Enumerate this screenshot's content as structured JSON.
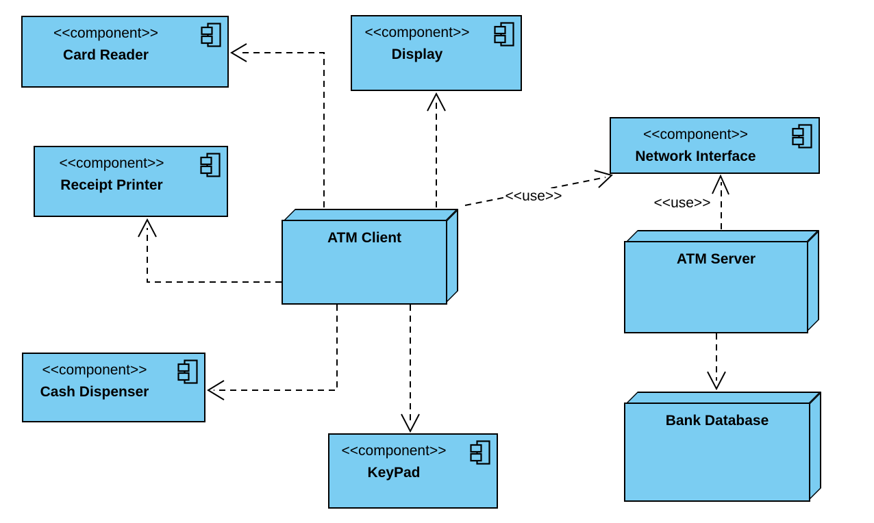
{
  "diagram": {
    "type": "uml-component-diagram",
    "colors": {
      "shape_fill": "#7BCDF2",
      "shape_stroke": "#000000",
      "background": "#FFFFFF",
      "text": "#000000"
    },
    "components": [
      {
        "stereotype": "<<component>>",
        "name": "Card Reader"
      },
      {
        "stereotype": "<<component>>",
        "name": "Display"
      },
      {
        "stereotype": "<<component>>",
        "name": "Receipt Printer"
      },
      {
        "stereotype": "<<component>>",
        "name": "Network Interface"
      },
      {
        "stereotype": "<<component>>",
        "name": "Cash Dispenser"
      },
      {
        "stereotype": "<<component>>",
        "name": "KeyPad"
      }
    ],
    "nodes": [
      {
        "name": "ATM Client"
      },
      {
        "name": "ATM Server"
      },
      {
        "name": "Bank Database"
      }
    ],
    "edges": [
      {
        "from": "ATM Client",
        "to": "Card Reader",
        "style": "dashed-open-arrow",
        "label": ""
      },
      {
        "from": "ATM Client",
        "to": "Display",
        "style": "dashed-open-arrow",
        "label": ""
      },
      {
        "from": "ATM Client",
        "to": "Receipt Printer",
        "style": "dashed-open-arrow",
        "label": ""
      },
      {
        "from": "ATM Client",
        "to": "Cash Dispenser",
        "style": "dashed-open-arrow",
        "label": ""
      },
      {
        "from": "ATM Client",
        "to": "KeyPad",
        "style": "dashed-open-arrow",
        "label": ""
      },
      {
        "from": "ATM Client",
        "to": "Network Interface",
        "style": "dashed-open-arrow",
        "label": "<<use>>"
      },
      {
        "from": "ATM Server",
        "to": "Network Interface",
        "style": "dashed-open-arrow",
        "label": "<<use>>"
      },
      {
        "from": "ATM Server",
        "to": "Bank Database",
        "style": "dashed-open-arrow",
        "label": ""
      }
    ]
  }
}
